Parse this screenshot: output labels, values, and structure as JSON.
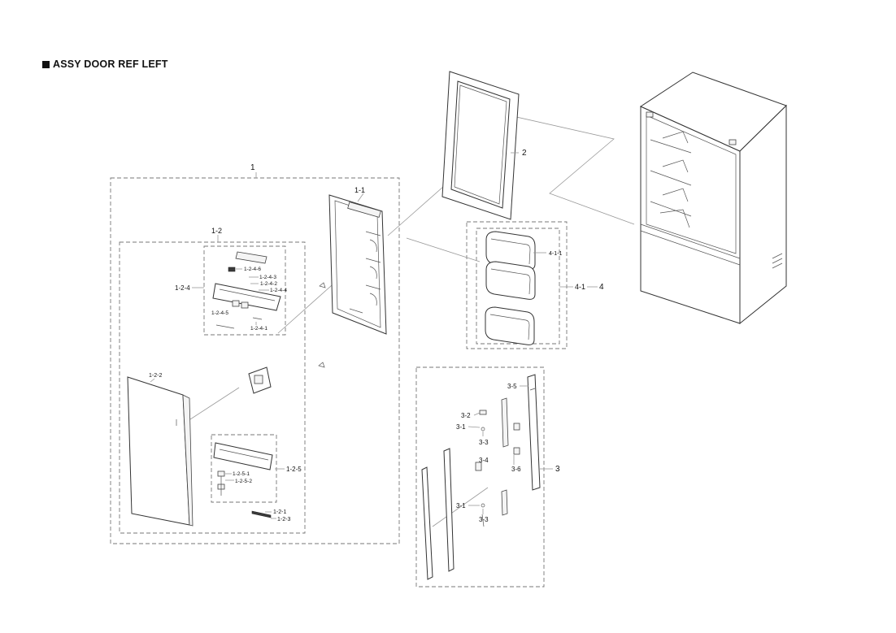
{
  "title": "ASSY DOOR REF LEFT",
  "labels": {
    "l1": "1",
    "l1_1": "1-1",
    "l1_2": "1-2",
    "l1_2_1": "1-2-1",
    "l1_2_2": "1-2-2",
    "l1_2_3": "1-2-3",
    "l1_2_4": "1-2-4",
    "l1_2_4_1": "1-2-4-1",
    "l1_2_4_2": "1-2-4-2",
    "l1_2_4_3": "1-2-4-3",
    "l1_2_4_4": "1-2-4-4",
    "l1_2_4_5": "1-2-4-5",
    "l1_2_4_6": "1-2-4-6",
    "l1_2_5": "1-2-5",
    "l1_2_5_1": "1-2-5-1",
    "l1_2_5_2": "1-2-5-2",
    "l2": "2",
    "l3": "3",
    "l3_1a": "3-1",
    "l3_1b": "3-1",
    "l3_2": "3-2",
    "l3_3a": "3-3",
    "l3_3b": "3-3",
    "l3_4": "3-4",
    "l3_5": "3-5",
    "l3_6": "3-6",
    "l4": "4",
    "l4_1": "4-1",
    "l4_1_1": "4-1-1"
  }
}
